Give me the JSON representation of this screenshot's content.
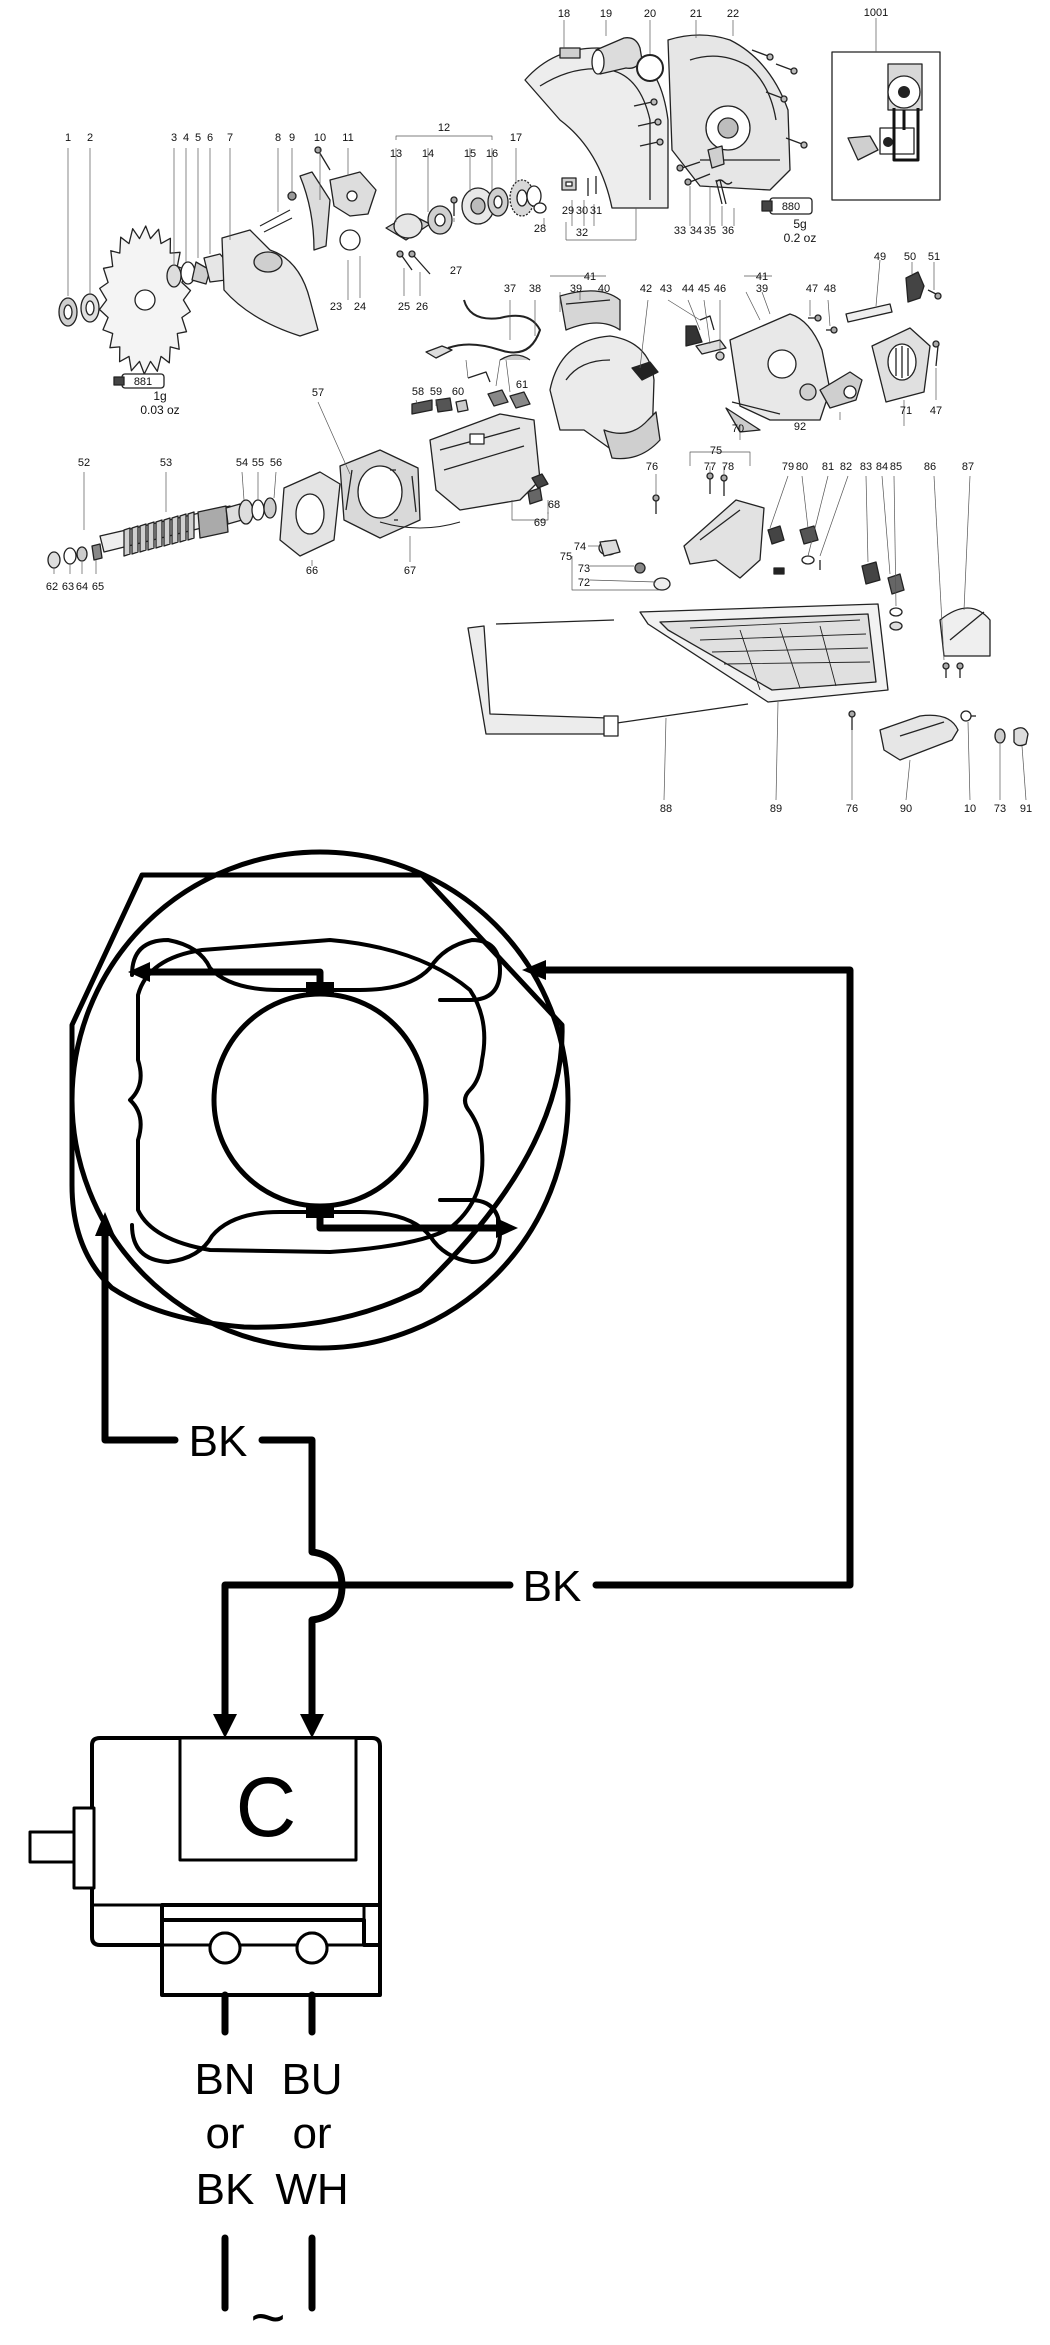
{
  "exploded_view": {
    "part_numbers": [
      {
        "id": "p1001",
        "label": "1001"
      },
      {
        "id": "p18",
        "label": "18"
      },
      {
        "id": "p19",
        "label": "19"
      },
      {
        "id": "p20",
        "label": "20"
      },
      {
        "id": "p21",
        "label": "21"
      },
      {
        "id": "p22",
        "label": "22"
      },
      {
        "id": "p1",
        "label": "1"
      },
      {
        "id": "p2",
        "label": "2"
      },
      {
        "id": "p3",
        "label": "3"
      },
      {
        "id": "p4",
        "label": "4"
      },
      {
        "id": "p5",
        "label": "5"
      },
      {
        "id": "p6",
        "label": "6"
      },
      {
        "id": "p7",
        "label": "7"
      },
      {
        "id": "p8",
        "label": "8"
      },
      {
        "id": "p9",
        "label": "9"
      },
      {
        "id": "p10a",
        "label": "10"
      },
      {
        "id": "p11",
        "label": "11"
      },
      {
        "id": "p12",
        "label": "12"
      },
      {
        "id": "p13",
        "label": "13"
      },
      {
        "id": "p14",
        "label": "14"
      },
      {
        "id": "p15",
        "label": "15"
      },
      {
        "id": "p16",
        "label": "16"
      },
      {
        "id": "p17",
        "label": "17"
      },
      {
        "id": "p23",
        "label": "23"
      },
      {
        "id": "p24",
        "label": "24"
      },
      {
        "id": "p25",
        "label": "25"
      },
      {
        "id": "p26",
        "label": "26"
      },
      {
        "id": "p27",
        "label": "27"
      },
      {
        "id": "p28",
        "label": "28"
      },
      {
        "id": "p29",
        "label": "29"
      },
      {
        "id": "p30",
        "label": "30"
      },
      {
        "id": "p31",
        "label": "31"
      },
      {
        "id": "p32",
        "label": "32"
      },
      {
        "id": "p33",
        "label": "33"
      },
      {
        "id": "p34",
        "label": "34"
      },
      {
        "id": "p35",
        "label": "35"
      },
      {
        "id": "p36",
        "label": "36"
      },
      {
        "id": "p37",
        "label": "37"
      },
      {
        "id": "p38",
        "label": "38"
      },
      {
        "id": "p41a",
        "label": "41"
      },
      {
        "id": "p39a",
        "label": "39"
      },
      {
        "id": "p40",
        "label": "40"
      },
      {
        "id": "p42",
        "label": "42"
      },
      {
        "id": "p43",
        "label": "43"
      },
      {
        "id": "p44",
        "label": "44"
      },
      {
        "id": "p45",
        "label": "45"
      },
      {
        "id": "p46",
        "label": "46"
      },
      {
        "id": "p41b",
        "label": "41"
      },
      {
        "id": "p39b",
        "label": "39"
      },
      {
        "id": "p47a",
        "label": "47"
      },
      {
        "id": "p48",
        "label": "48"
      },
      {
        "id": "p49",
        "label": "49"
      },
      {
        "id": "p50",
        "label": "50"
      },
      {
        "id": "p51",
        "label": "51"
      },
      {
        "id": "p71",
        "label": "71"
      },
      {
        "id": "p47b",
        "label": "47"
      },
      {
        "id": "p92",
        "label": "92"
      },
      {
        "id": "p70",
        "label": "70"
      },
      {
        "id": "p61",
        "label": "61"
      },
      {
        "id": "p58",
        "label": "58"
      },
      {
        "id": "p59",
        "label": "59"
      },
      {
        "id": "p60",
        "label": "60"
      },
      {
        "id": "p57",
        "label": "57"
      },
      {
        "id": "p52",
        "label": "52"
      },
      {
        "id": "p53",
        "label": "53"
      },
      {
        "id": "p54",
        "label": "54"
      },
      {
        "id": "p55",
        "label": "55"
      },
      {
        "id": "p56",
        "label": "56"
      },
      {
        "id": "p62",
        "label": "62"
      },
      {
        "id": "p63",
        "label": "63"
      },
      {
        "id": "p64",
        "label": "64"
      },
      {
        "id": "p65",
        "label": "65"
      },
      {
        "id": "p66",
        "label": "66"
      },
      {
        "id": "p67",
        "label": "67"
      },
      {
        "id": "p68",
        "label": "68"
      },
      {
        "id": "p69",
        "label": "69"
      },
      {
        "id": "p76a",
        "label": "76"
      },
      {
        "id": "p75a",
        "label": "75"
      },
      {
        "id": "p77",
        "label": "77"
      },
      {
        "id": "p78",
        "label": "78"
      },
      {
        "id": "p79",
        "label": "79"
      },
      {
        "id": "p80",
        "label": "80"
      },
      {
        "id": "p81",
        "label": "81"
      },
      {
        "id": "p82",
        "label": "82"
      },
      {
        "id": "p83",
        "label": "83"
      },
      {
        "id": "p84",
        "label": "84"
      },
      {
        "id": "p85",
        "label": "85"
      },
      {
        "id": "p86",
        "label": "86"
      },
      {
        "id": "p87",
        "label": "87"
      },
      {
        "id": "p74",
        "label": "74"
      },
      {
        "id": "p75b",
        "label": "75"
      },
      {
        "id": "p73a",
        "label": "73"
      },
      {
        "id": "p72",
        "label": "72"
      },
      {
        "id": "p88",
        "label": "88"
      },
      {
        "id": "p89",
        "label": "89"
      },
      {
        "id": "p76b",
        "label": "76"
      },
      {
        "id": "p90",
        "label": "90"
      },
      {
        "id": "p10b",
        "label": "10"
      },
      {
        "id": "p73b",
        "label": "73"
      },
      {
        "id": "p91",
        "label": "91"
      }
    ],
    "lubricants": [
      {
        "id": "tube881",
        "code": "881",
        "amount": "1g",
        "amount_imperial": "0.03 oz"
      },
      {
        "id": "tube880",
        "code": "880",
        "amount": "5g",
        "amount_imperial": "0.2 oz"
      }
    ]
  },
  "wiring": {
    "wire_bk_left": "BK",
    "wire_bk_right": "BK",
    "switch_symbol": "C",
    "lead_left": [
      "BN",
      "or",
      "BK"
    ],
    "lead_right": [
      "BU",
      "or",
      "WH"
    ],
    "supply_symbol": "~"
  }
}
